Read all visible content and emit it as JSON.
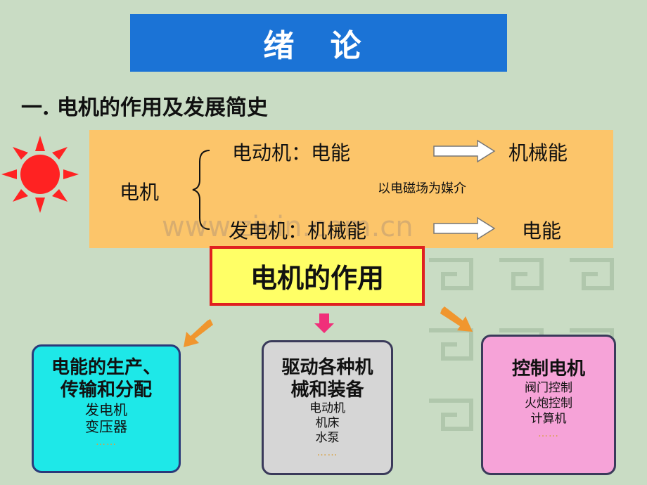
{
  "slide": {
    "title": "绪 论",
    "section_heading": "一.  电机的作用及发展简史"
  },
  "panel": {
    "machine_label": "电机",
    "motor_line_left": "电动机：电能",
    "motor_line_right": "机械能",
    "medium_note": "以电磁场为媒介",
    "generator_line_left": "发电机：机械能",
    "generator_line_right": "电能"
  },
  "watermark": "www.zixin.com.cn",
  "role_box": "电机的作用",
  "cards": [
    {
      "heading_lines": [
        "电能的生产、",
        "传输和分配"
      ],
      "items": [
        "发电机",
        "变压器"
      ],
      "ellipsis": "……"
    },
    {
      "heading_lines": [
        "驱动各种机",
        "械和装备"
      ],
      "items": [
        "电动机",
        "机床",
        "水泵"
      ],
      "ellipsis": "……"
    },
    {
      "heading_lines": [
        "控制电机"
      ],
      "items": [
        "阀门控制",
        "火炮控制",
        "计算机"
      ],
      "ellipsis": "……"
    }
  ],
  "colors": {
    "background": "#c9dcc4",
    "title_bar": "#1b73d6",
    "panel": "#fcc56a",
    "role_box_fill": "#ffff66",
    "role_box_border": "#e02020",
    "sun": "#ff2222",
    "card_left": "#1ee8e8",
    "card_mid": "#d6d6d6",
    "card_right": "#f6a3d8",
    "arrow_orange": "#f0962e",
    "arrow_pink": "#f0307a"
  },
  "icons": {
    "sun": "sun-icon",
    "arrow_motor": "right-arrow-icon",
    "arrow_generator": "right-arrow-icon",
    "brace": "left-brace-icon"
  }
}
